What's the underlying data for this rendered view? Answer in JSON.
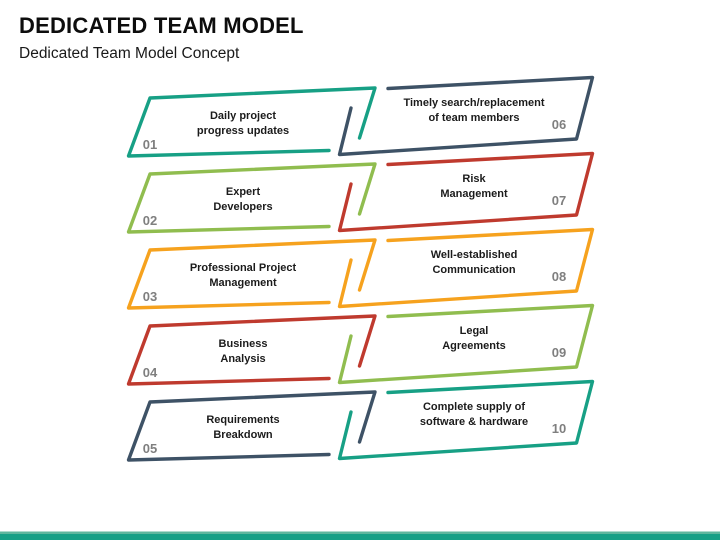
{
  "slide": {
    "title": "DEDICATED TEAM MODEL",
    "subtitle": "Dedicated Team Model Concept"
  },
  "colors": {
    "teal": "#17A085",
    "green": "#90BD4F",
    "orange": "#F6A21E",
    "red": "#BF3A2E",
    "navy": "#3E5266",
    "number_gray": "#7F7F7F",
    "text_dark": "#1B1B1B",
    "footer_bar": "#17A086",
    "footer_bar_light": "#5FB79E"
  },
  "items": [
    {
      "number": "01",
      "lines": [
        "Daily project",
        "progress updates"
      ],
      "color": "teal",
      "column": "left"
    },
    {
      "number": "02",
      "lines": [
        "Expert",
        "Developers"
      ],
      "color": "green",
      "column": "left"
    },
    {
      "number": "03",
      "lines": [
        "Professional Project",
        "Management"
      ],
      "color": "orange",
      "column": "left"
    },
    {
      "number": "04",
      "lines": [
        "Business",
        "Analysis"
      ],
      "color": "red",
      "column": "left"
    },
    {
      "number": "05",
      "lines": [
        "Requirements",
        "Breakdown"
      ],
      "color": "navy",
      "column": "left"
    },
    {
      "number": "06",
      "lines": [
        "Timely search/replacement",
        "of team members"
      ],
      "color": "navy",
      "column": "right"
    },
    {
      "number": "07",
      "lines": [
        "Risk",
        "Management"
      ],
      "color": "red",
      "column": "right"
    },
    {
      "number": "08",
      "lines": [
        "Well-established",
        "Communication"
      ],
      "color": "orange",
      "column": "right"
    },
    {
      "number": "09",
      "lines": [
        "Legal",
        "Agreements"
      ],
      "color": "green",
      "column": "right"
    },
    {
      "number": "10",
      "lines": [
        "Complete supply of",
        "software & hardware"
      ],
      "color": "teal",
      "column": "right"
    }
  ]
}
